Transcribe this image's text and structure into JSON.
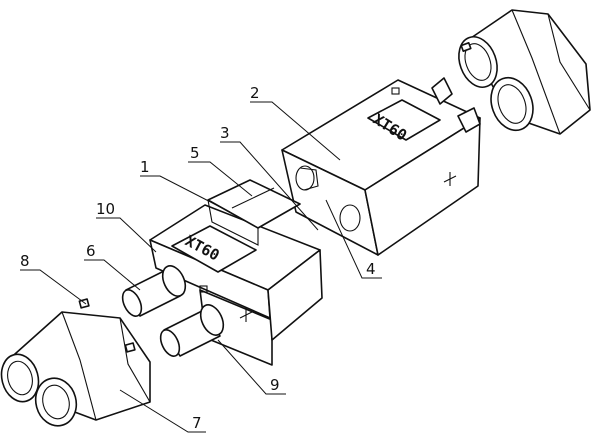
{
  "callouts": [
    {
      "id": "1",
      "label": "1"
    },
    {
      "id": "2",
      "label": "2"
    },
    {
      "id": "3",
      "label": "3"
    },
    {
      "id": "4",
      "label": "4"
    },
    {
      "id": "5",
      "label": "5"
    },
    {
      "id": "6",
      "label": "6"
    },
    {
      "id": "7",
      "label": "7"
    },
    {
      "id": "8",
      "label": "8"
    },
    {
      "id": "9",
      "label": "9"
    },
    {
      "id": "10",
      "label": "10"
    }
  ],
  "male_housing": {
    "brand_text": "XT60"
  },
  "female_housing": {
    "brand_text": "XT60"
  },
  "colors": {
    "line": "#111111",
    "background": "#ffffff"
  }
}
